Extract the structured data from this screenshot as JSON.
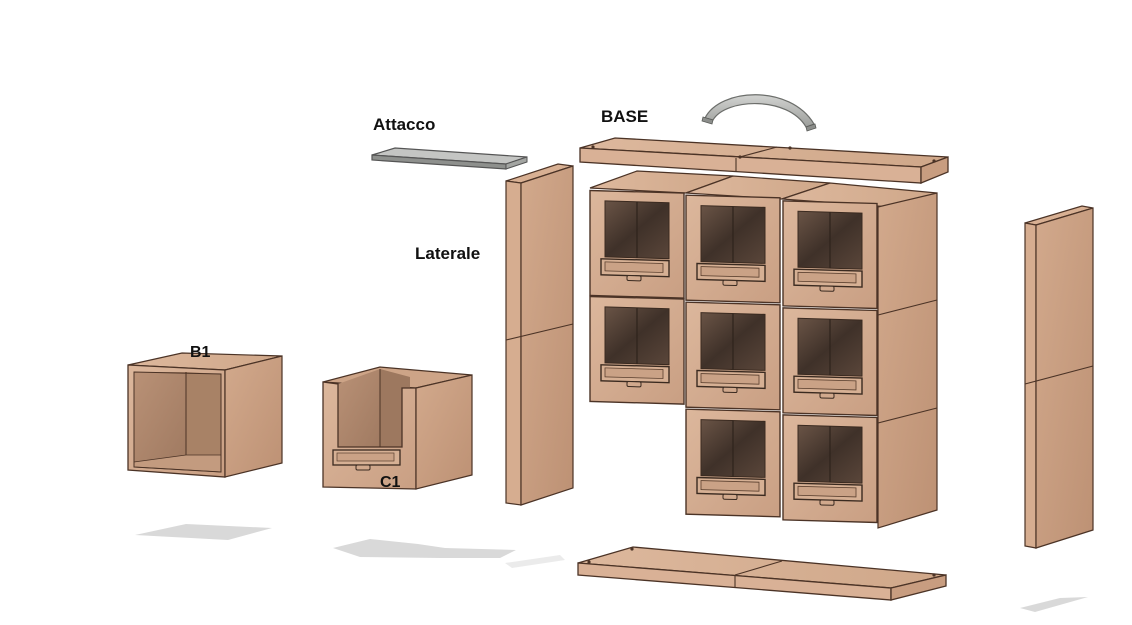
{
  "diagram": {
    "type": "exploded-assembly",
    "subject": "modular wooden drawer cabinet",
    "colors": {
      "wood_light": "#d9b196",
      "wood_mid": "#c79c80",
      "wood_dark": "#a97e64",
      "interior_dark": "#4a3a30",
      "edge": "#4b3326",
      "metal": "#b9bab8",
      "metal_dark": "#7e807d",
      "shadow": "#d6d6d6"
    },
    "labels": {
      "attacco": "Attacco",
      "base": "BASE",
      "laterale": "Laterale",
      "b1": "B1",
      "c1": "C1"
    },
    "parts": [
      {
        "id": "handle",
        "description": "curved metal handle"
      },
      {
        "id": "attacco",
        "description": "grey metal mounting plate"
      },
      {
        "id": "base-top",
        "description": "top base board (two halves)"
      },
      {
        "id": "laterale-left",
        "description": "left side panel"
      },
      {
        "id": "laterale-right",
        "description": "right side panel"
      },
      {
        "id": "b1",
        "description": "open box module"
      },
      {
        "id": "c1",
        "description": "drawer module with label holder"
      },
      {
        "id": "drawer-grid",
        "description": "assembled grid of 8 drawers (3+3+2)"
      },
      {
        "id": "base-bottom",
        "description": "bottom base board"
      }
    ],
    "drawer_grid": {
      "rows": 3,
      "cols": 3,
      "count": 8
    }
  }
}
